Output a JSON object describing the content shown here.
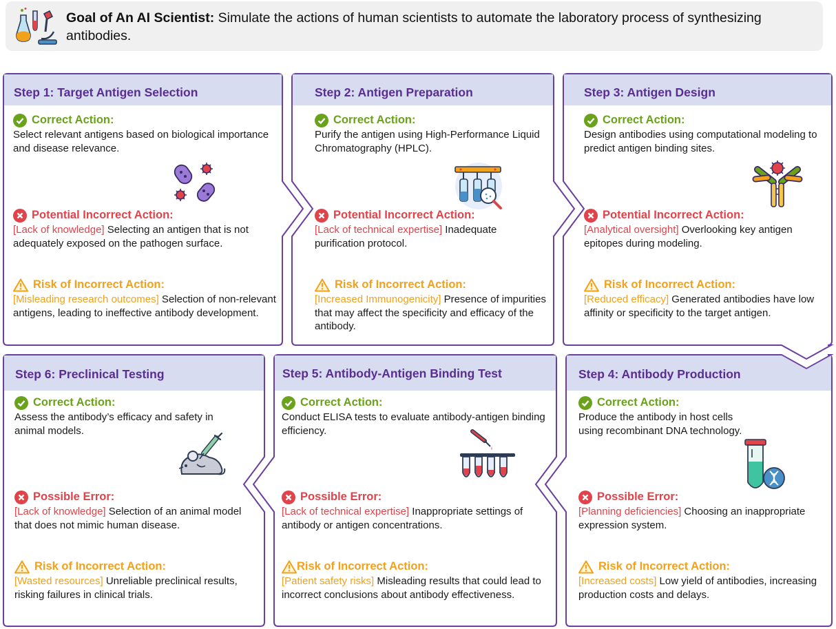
{
  "goal": {
    "title": "Goal of An AI Scientist:",
    "text": " Simulate the actions of human scientists to automate the laboratory process of synthesizing antibodies."
  },
  "steps": [
    {
      "title": "Step 1: Target Antigen Selection",
      "correct_heading": "Correct Action:",
      "correct_text": "Select relevant antigens based on biological importance and disease relevance.",
      "error_heading": "Potential Incorrect Action:",
      "error_tag": "[Lack of knowledge]",
      "error_text": " Selecting an antigen that is not adequately exposed on the pathogen surface.",
      "risk_heading": "Risk of Incorrect Action:",
      "risk_tag": "[Misleading research outcomes]",
      "risk_text": " Selection of non-relevant antigens, leading to ineffective antibody development.",
      "icon": "bacteria-virus-icon"
    },
    {
      "title": "Step 2: Antigen Preparation",
      "correct_heading": "Correct Action:",
      "correct_text": "Purify the antigen using High-Performance Liquid Chromatography (HPLC).",
      "error_heading": "Potential Incorrect Action:",
      "error_tag": "[Lack of technical expertise]",
      "error_text": " Inadequate purification protocol.",
      "risk_heading": "Risk of Incorrect Action:",
      "risk_tag": "[Increased Immunogenicity]",
      "risk_text": " Presence of impurities that may affect the specificity and efficacy of the antibody.",
      "icon": "chromatography-icon"
    },
    {
      "title": "Step 3: Antigen Design",
      "correct_heading": "Correct Action:",
      "correct_text": "Design antibodies using computational modeling to predict antigen binding sites.",
      "error_heading": "Potential Incorrect Action:",
      "error_tag": "[Analytical oversight]",
      "error_text": " Overlooking key antigen epitopes during modeling.",
      "risk_heading": "Risk of Incorrect Action:",
      "risk_tag": "[Reduced efficacy]",
      "risk_text": " Generated antibodies have low affinity or specificity to the target antigen.",
      "icon": "antibody-icon"
    },
    {
      "title": "Step 4: Antibody Production",
      "correct_heading": "Correct Action:",
      "correct_text": "Produce the antibody in host cells using recombinant DNA technology.",
      "error_heading": "Possible Error:",
      "error_tag": "[Planning deficiencies]",
      "error_text": " Choosing an inappropriate expression system.",
      "risk_heading": "Risk of Incorrect Action:",
      "risk_tag": "[Increased costs]",
      "risk_text": " Low yield of antibodies, increasing production costs and delays.",
      "icon": "test-tube-dna-icon"
    },
    {
      "title": "Step 5: Antibody-Antigen Binding Test",
      "correct_heading": "Correct Action:",
      "correct_text": "Conduct ELISA tests to evaluate antibody-antigen binding efficiency.",
      "error_heading": "Possible Error:",
      "error_tag": "[Lack of technical expertise]",
      "error_text": " Inappropriate settings of antibody or antigen concentrations.",
      "risk_heading": "Risk of Incorrect Action:",
      "risk_tag": "[Patient safety risks]",
      "risk_text": " Misleading results that could lead to incorrect conclusions about antibody effectiveness.",
      "icon": "elisa-tubes-icon"
    },
    {
      "title": "Step 6: Preclinical Testing",
      "correct_heading": "Correct Action:",
      "correct_text": "Assess the antibody’s efficacy and safety in animal models.",
      "error_heading": "Possible Error:",
      "error_tag": "[Lack of knowledge]",
      "error_text": " Selection of an animal model that does not mimic human disease.",
      "risk_heading": "Risk of Incorrect Action:",
      "risk_tag": "[Wasted resources]",
      "risk_text": " Unreliable preclinical results, risking failures in clinical trials.",
      "icon": "mouse-syringe-icon"
    }
  ],
  "colors": {
    "panel_border": "#6b3fa0",
    "title_band": "#d7dcf0",
    "title_text": "#5a2d91",
    "correct": "#6aa21b",
    "error": "#e0434a",
    "risk": "#f2a11a"
  }
}
